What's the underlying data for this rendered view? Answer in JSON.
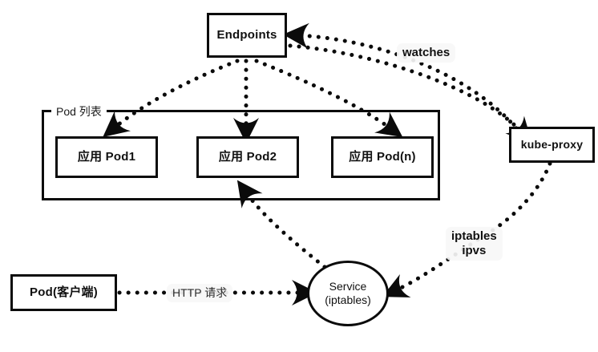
{
  "diagram": {
    "title": "Kubernetes Service / kube-proxy flow",
    "background_color": "#ffffff",
    "stroke_color": "#0b0b0b",
    "label_background": "#f7f7f7"
  },
  "nodes": {
    "endpoints": {
      "label": "Endpoints"
    },
    "kube_proxy": {
      "label": "kube-proxy"
    },
    "pod_group": {
      "label": "Pod 列表"
    },
    "pod1": {
      "label": "应用 Pod1"
    },
    "pod2": {
      "label": "应用 Pod2"
    },
    "podn": {
      "label": "应用 Pod(n)"
    },
    "client_pod": {
      "label": "Pod(客户端)"
    },
    "service": {
      "line1": "Service",
      "line2": "(iptables)"
    }
  },
  "edge_labels": {
    "watches": "watches",
    "iptables_line1": "iptables",
    "iptables_line2": "ipvs",
    "http_request": "HTTP 请求"
  }
}
